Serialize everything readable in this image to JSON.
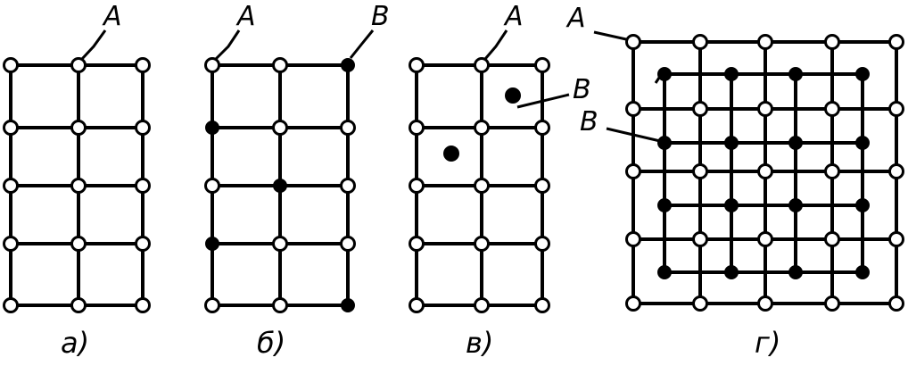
{
  "panels": [
    {
      "caption": "а)",
      "labels": [
        "A"
      ]
    },
    {
      "caption": "б)",
      "labels": [
        "A",
        "B"
      ]
    },
    {
      "caption": "в)",
      "labels": [
        "A",
        "B"
      ]
    },
    {
      "caption": "г)",
      "labels": [
        "A",
        "B",
        "B"
      ]
    }
  ]
}
